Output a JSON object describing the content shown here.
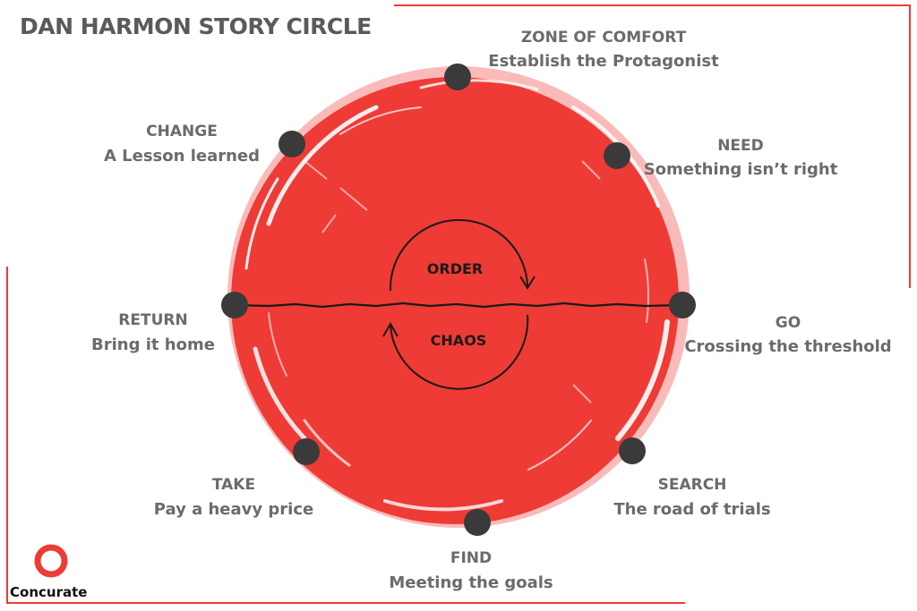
{
  "title": "DAN HARMON STORY CIRCLE",
  "brand": {
    "name": "Concurate"
  },
  "colors": {
    "accent": "#ee3b36",
    "node": "#3a3a3a",
    "text": "#6b6b6b"
  },
  "center": {
    "top_label": "ORDER",
    "bottom_label": "CHAOS"
  },
  "stages": [
    {
      "key": "zone",
      "title": "ZONE OF COMFORT",
      "subtitle": "Establish the Protagonist"
    },
    {
      "key": "need",
      "title": "NEED",
      "subtitle": "Something isn’t right"
    },
    {
      "key": "go",
      "title": "GO",
      "subtitle": "Crossing the threshold"
    },
    {
      "key": "search",
      "title": "SEARCH",
      "subtitle": "The road of trials"
    },
    {
      "key": "find",
      "title": "FIND",
      "subtitle": "Meeting the goals"
    },
    {
      "key": "take",
      "title": "TAKE",
      "subtitle": "Pay a heavy price"
    },
    {
      "key": "return",
      "title": "RETURN",
      "subtitle": "Bring it home"
    },
    {
      "key": "change",
      "title": "CHANGE",
      "subtitle": "A Lesson learned"
    }
  ]
}
